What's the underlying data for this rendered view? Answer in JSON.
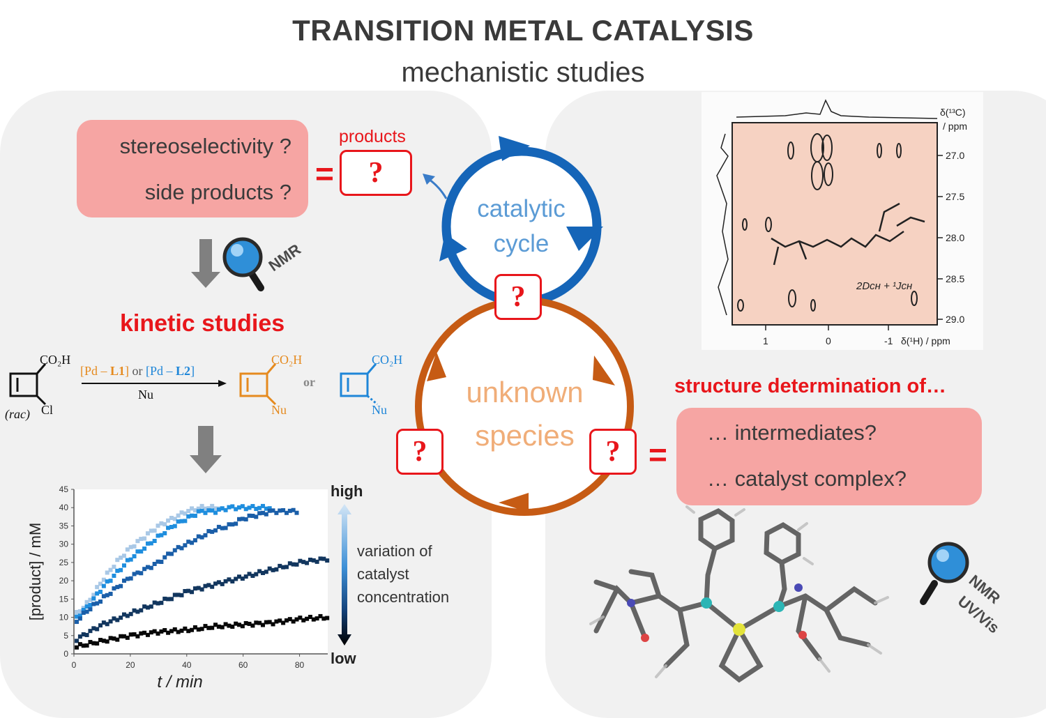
{
  "header": {
    "title": "TRANSITION METAL CATALYSIS",
    "subtitle": "mechanistic studies"
  },
  "left": {
    "questions": [
      "stereoselectivity ?",
      "side products ?"
    ],
    "equals": "=",
    "products_label": "products",
    "products_mark": "?",
    "nmr_label": "NMR",
    "kinetic_label": "kinetic studies",
    "reaction": {
      "reactant_acid": "CO₂H",
      "reactant_cl": "Cl",
      "rac": "(rac)",
      "reagent_part1": "[Pd – ",
      "reagent_l1": "L1",
      "reagent_or": "] or ",
      "reagent_part2": "[Pd – ",
      "reagent_l2": "L2",
      "reagent_end": "]",
      "below_arrow": "Nu",
      "product_acid": "CO₂H",
      "product_nu": "Nu",
      "or": "or"
    }
  },
  "center": {
    "cycle_top": "catalytic\ncycle",
    "cycle_bottom": "unknown\nspecies",
    "marks": [
      "?",
      "?",
      "?"
    ]
  },
  "right": {
    "structure_label": "structure determination of…",
    "equals": "=",
    "questions": [
      "… intermediates?",
      "… catalyst complex?"
    ],
    "techniques": [
      "NMR",
      "UV/Vis"
    ],
    "nmr_spectrum": {
      "y_axis_label": [
        "δ(¹³C)",
        "/ ppm"
      ],
      "y_ticks": [
        "27.0",
        "27.5",
        "28.0",
        "28.5",
        "29.0"
      ],
      "x_ticks": [
        "1",
        "0",
        "-1"
      ],
      "x_axis_label": "δ(¹H) / ppm",
      "annotation": "2Dᴄʜ + ¹Jᴄʜ"
    }
  },
  "chart_data": {
    "type": "scatter",
    "xlabel": "t / min",
    "ylabel": "[product] / mM",
    "xlim": [
      0,
      90
    ],
    "ylim": [
      0,
      45
    ],
    "x_ticks": [
      0,
      20,
      40,
      60,
      80
    ],
    "y_ticks": [
      0,
      5,
      10,
      15,
      20,
      25,
      30,
      35,
      40,
      45
    ],
    "colorbar": {
      "high_label": "high",
      "low_label": "low",
      "text": [
        "variation of",
        "catalyst",
        "concentration"
      ]
    },
    "series": [
      {
        "color": "#a9c8e6",
        "t_end": 52,
        "points": [
          [
            1,
            11
          ],
          [
            5,
            14
          ],
          [
            10,
            20
          ],
          [
            15,
            25
          ],
          [
            20,
            29
          ],
          [
            25,
            32
          ],
          [
            30,
            35
          ],
          [
            35,
            37
          ],
          [
            40,
            39
          ],
          [
            45,
            40
          ],
          [
            50,
            40
          ],
          [
            52,
            40
          ]
        ]
      },
      {
        "color": "#1f8ede",
        "t_end": 70,
        "points": [
          [
            1,
            10
          ],
          [
            5,
            13
          ],
          [
            10,
            18
          ],
          [
            15,
            22
          ],
          [
            20,
            26
          ],
          [
            25,
            29
          ],
          [
            30,
            32
          ],
          [
            35,
            35
          ],
          [
            40,
            37
          ],
          [
            45,
            39
          ],
          [
            50,
            39
          ],
          [
            55,
            40
          ],
          [
            60,
            40
          ],
          [
            65,
            40
          ],
          [
            70,
            40
          ]
        ]
      },
      {
        "color": "#1a5ea8",
        "t_end": 80,
        "points": [
          [
            1,
            9
          ],
          [
            5,
            12
          ],
          [
            10,
            15
          ],
          [
            15,
            18
          ],
          [
            20,
            21
          ],
          [
            25,
            23
          ],
          [
            30,
            25
          ],
          [
            35,
            28
          ],
          [
            40,
            30
          ],
          [
            45,
            32
          ],
          [
            50,
            34
          ],
          [
            55,
            35
          ],
          [
            60,
            37
          ],
          [
            65,
            38
          ],
          [
            70,
            39
          ],
          [
            75,
            39
          ],
          [
            80,
            39
          ]
        ]
      },
      {
        "color": "#12365e",
        "t_end": 90,
        "points": [
          [
            1,
            4
          ],
          [
            10,
            8
          ],
          [
            20,
            11
          ],
          [
            30,
            14
          ],
          [
            40,
            17
          ],
          [
            50,
            19
          ],
          [
            60,
            21
          ],
          [
            70,
            23
          ],
          [
            80,
            25
          ],
          [
            90,
            26
          ]
        ]
      },
      {
        "color": "#080808",
        "t_end": 90,
        "points": [
          [
            1,
            2
          ],
          [
            10,
            3.5
          ],
          [
            20,
            5
          ],
          [
            30,
            6
          ],
          [
            40,
            6.5
          ],
          [
            50,
            7.5
          ],
          [
            60,
            8
          ],
          [
            70,
            8.5
          ],
          [
            80,
            9.5
          ],
          [
            90,
            10
          ]
        ]
      }
    ]
  }
}
